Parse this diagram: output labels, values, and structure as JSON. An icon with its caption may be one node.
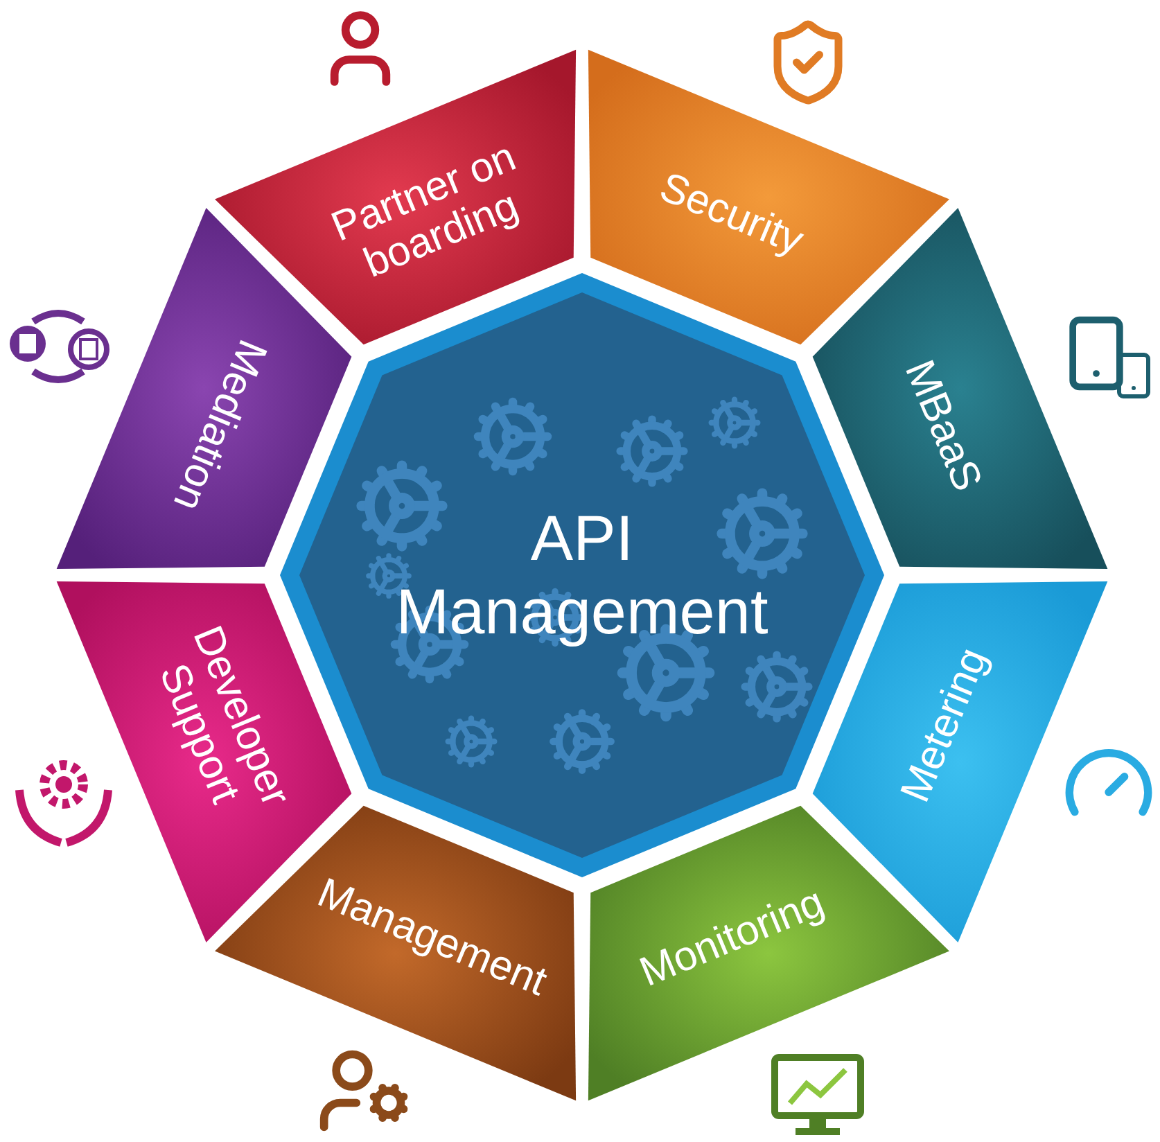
{
  "diagram": {
    "nodes": [
      {
        "text": [
          "API Management"
        ]
      },
      {
        "text": [
          "Partner on boarding"
        ]
      },
      {
        "text": [
          "Security"
        ]
      },
      {
        "text": [
          "MBaaS"
        ]
      },
      {
        "text": [
          "Metering"
        ]
      },
      {
        "text": [
          "Monitoring"
        ]
      },
      {
        "text": [
          "Management"
        ]
      },
      {
        "text": [
          "Developer Support"
        ]
      },
      {
        "text": [
          "Mediation"
        ]
      }
    ]
  }
}
